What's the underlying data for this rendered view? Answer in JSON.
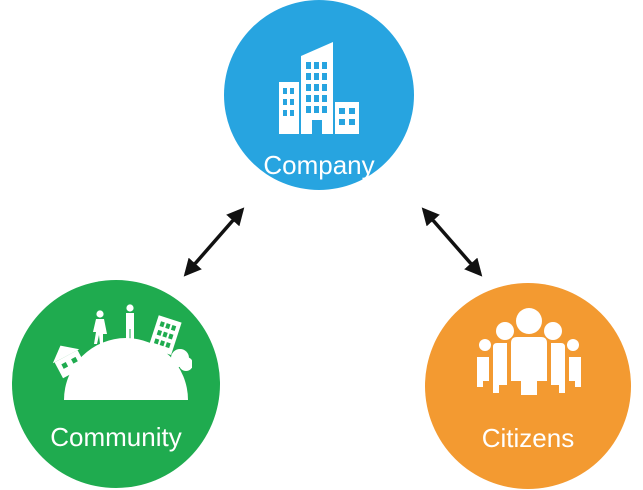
{
  "nodes": {
    "company": {
      "label": "Company",
      "color": "#27a4e0",
      "icon": "office-buildings-icon"
    },
    "community": {
      "label": "Community",
      "color": "#1fab4f",
      "icon": "town-hill-icon"
    },
    "citizens": {
      "label": "Citizens",
      "color": "#f39a31",
      "icon": "people-group-icon"
    }
  },
  "connections": [
    {
      "from": "company",
      "to": "community",
      "arrows": "both",
      "color": "#111111"
    },
    {
      "from": "company",
      "to": "citizens",
      "arrows": "both",
      "color": "#111111"
    }
  ]
}
